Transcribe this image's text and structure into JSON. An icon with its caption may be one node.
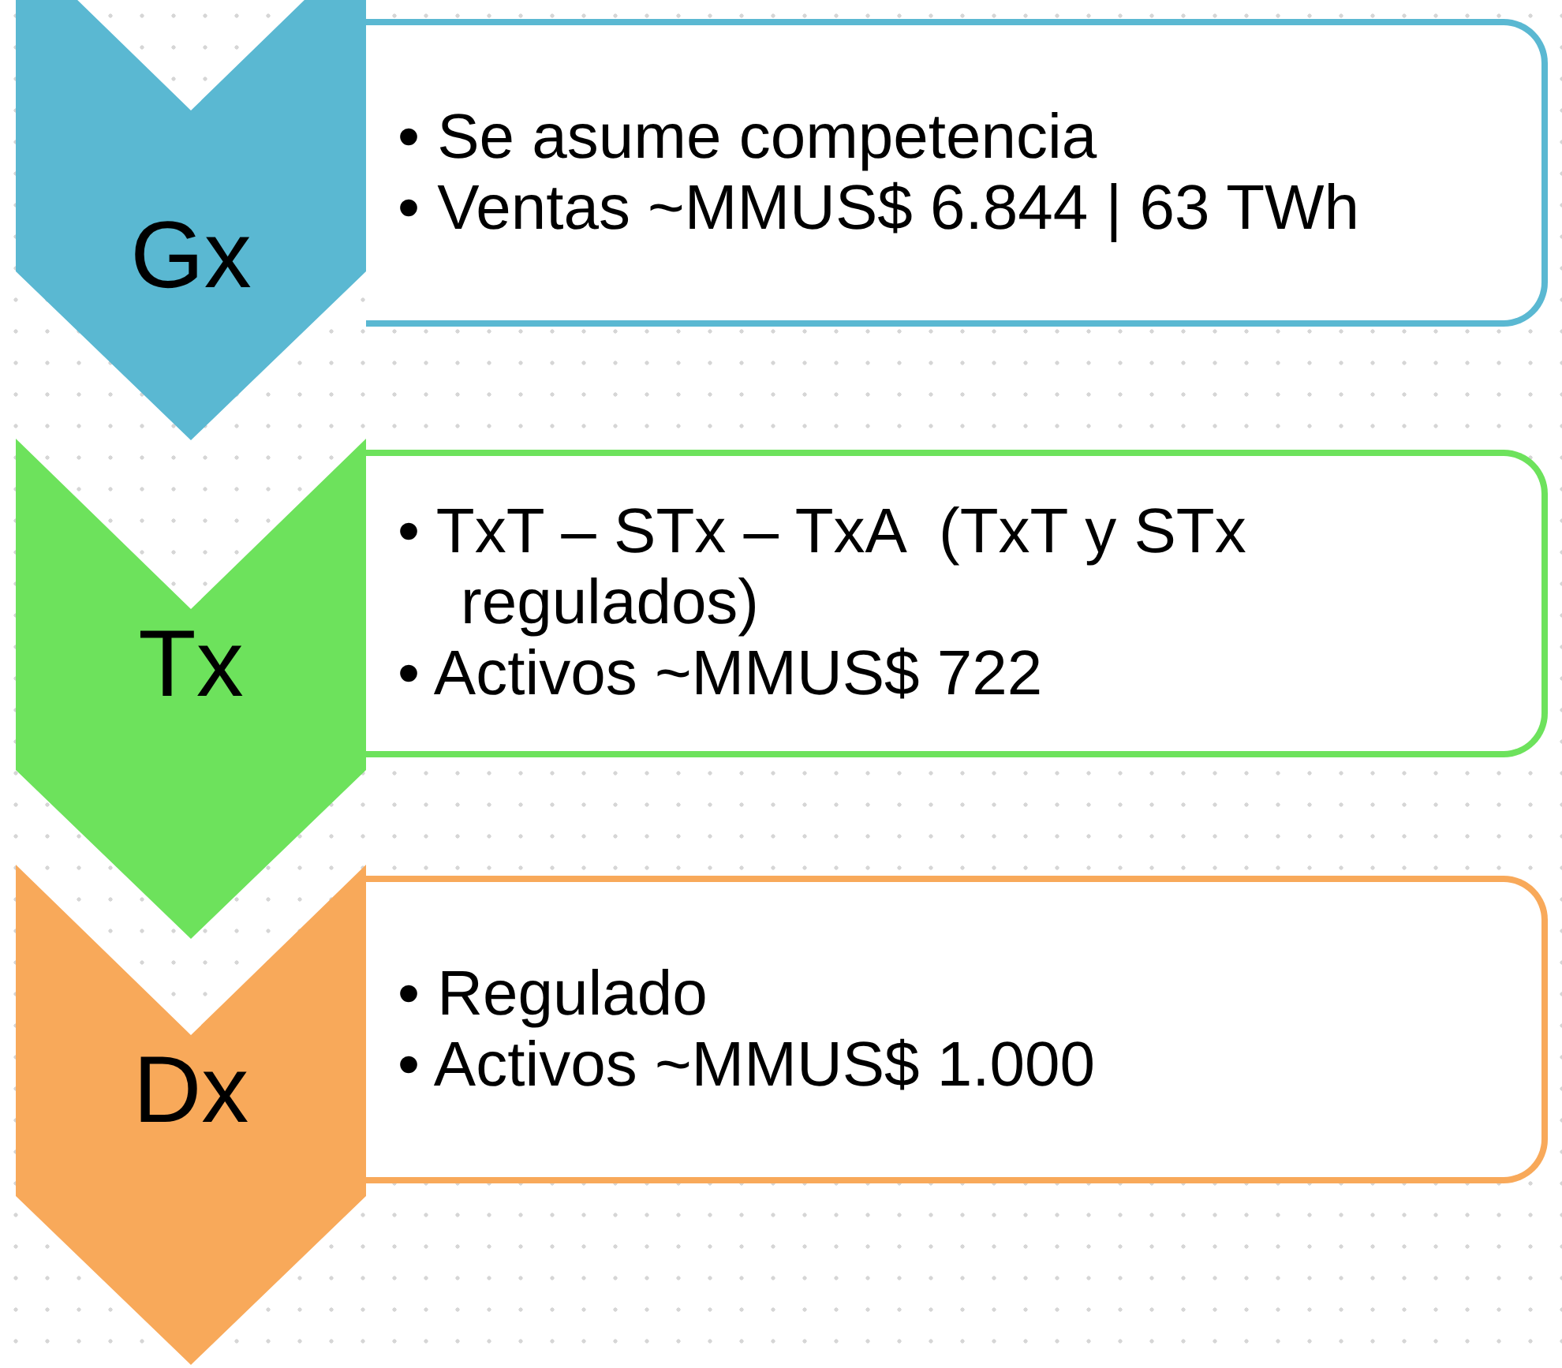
{
  "diagram": {
    "nodes": [
      {
        "text": [
          "Gx"
        ]
      },
      {
        "text": [
          "• Se asume competencia",
          "• Ventas ~MMUS$ 6.844 | 63 TWh"
        ]
      },
      {
        "text": [
          "Tx"
        ]
      },
      {
        "text": [
          "• TxT – STx – TxA  (TxT y STx regulados)",
          "• Activos ~MMUS$ 722"
        ]
      },
      {
        "text": [
          "Dx"
        ]
      },
      {
        "text": [
          "• Regulado",
          "• Activos ~MMUS$ 1.000"
        ]
      }
    ]
  }
}
